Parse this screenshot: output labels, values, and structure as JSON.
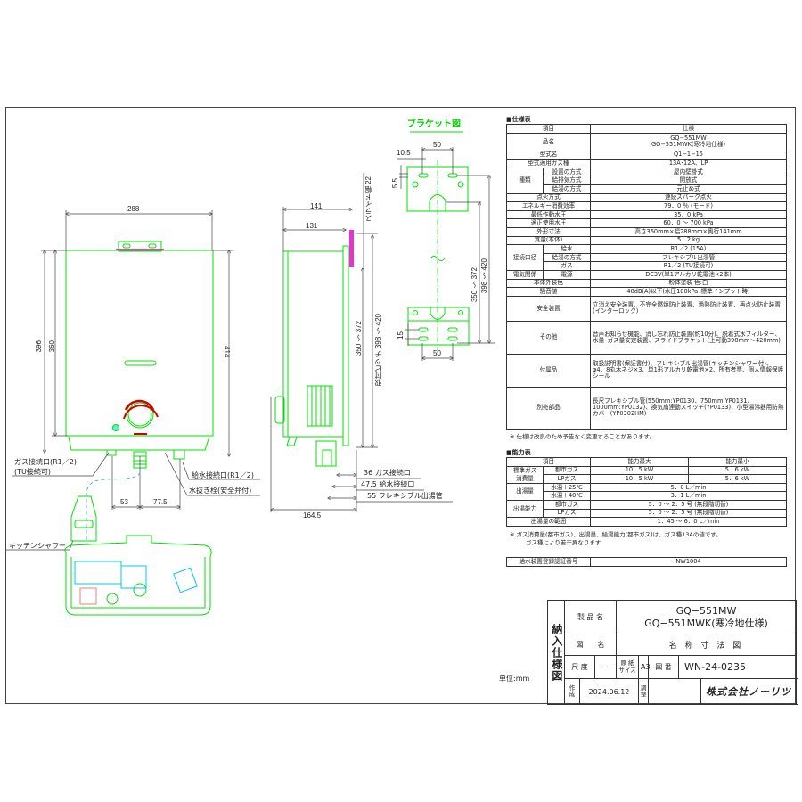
{
  "drawing": {
    "bracket_title": "ブラケット図",
    "unit_label": "単位:mm",
    "front_view": {
      "dims": {
        "width": "288",
        "height_396": "396",
        "height_360": "360",
        "height_414": "414",
        "pipe_53": "53",
        "pipe_77_5": "77.5"
      },
      "callouts": {
        "gas_inlet_1": "ガス接続口(R1／2)",
        "gas_inlet_2": "(TU接続可)",
        "water_inlet": "給水接続口(R1／2)",
        "drain": "水抜き栓(安全弁付)",
        "kitchen_shower": "キッチンシャワー"
      }
    },
    "side_view": {
      "dims": {
        "d141": "141",
        "d131": "131",
        "slide": "スライド幅 22",
        "range_350": "350 ～ 372",
        "pitch": "取付ピッチ 398 ～ 420",
        "d164_5": "164.5"
      },
      "callouts": {
        "gas": "36  ガス接続口",
        "water": "47.5  給水接続口",
        "flex": "55  フレキシブル出湯管"
      }
    },
    "bracket_view": {
      "dims": {
        "d50_top": "50",
        "d10_5": "10.5",
        "d5_5": "5.5",
        "d50_bottom": "50",
        "d15": "15",
        "range_350": "350 ～ 372",
        "range_398": "398 ～ 420"
      }
    }
  },
  "spec_table": {
    "title": "■仕様表",
    "header": {
      "item": "項目",
      "spec": "仕様"
    },
    "rows": [
      {
        "label": "品名",
        "value": "GQ−551MW\nGQ−551MWK(寒冷地仕様)"
      },
      {
        "label": "型式名",
        "value": "Q1−1−15"
      },
      {
        "label": "型式適用ガス種",
        "value": "13A･12A、LP"
      },
      {
        "group": "種類",
        "sub": "設置の方式",
        "value": "屋内壁掛式"
      },
      {
        "group": "種類",
        "sub": "給排気方式",
        "value": "開放式"
      },
      {
        "group": "種類",
        "sub": "給湯の方式",
        "value": "元止め式"
      },
      {
        "label": "点火方式",
        "value": "連続スパーク点火"
      },
      {
        "label": "エネルギー消費効率",
        "value": "79．0 ％ (モード)"
      },
      {
        "label": "最低作動水圧",
        "value": "35．0 kPa"
      },
      {
        "label": "適正使用水圧",
        "value": "60．0  〜  700 kPa"
      },
      {
        "label": "外形寸法",
        "value": "高さ360mm×幅288mm×奥行141mm"
      },
      {
        "label": "質量(本体)",
        "value": "5．2 kg"
      },
      {
        "group": "接続口径",
        "sub": "給水",
        "value": "R1／2 (15A)"
      },
      {
        "group": "接続口径",
        "sub": "給湯の方式",
        "value": "フレキシブル出湯管"
      },
      {
        "group": "接続口径",
        "sub": "ガス",
        "value": "R1／2 (TU接続可)"
      },
      {
        "group": "電気関係",
        "sub": "電源",
        "value": "DC3V(単1アルカリ乾電池×2本)"
      },
      {
        "label": "本体外装色",
        "value": "粉体塗装 色:白"
      },
      {
        "label": "騒音値",
        "value": "48dB(A)以下(水圧100kPa･標準インプット時)"
      },
      {
        "label": "安全装置",
        "value": "立消え安全装置、不完全燃焼防止装置、過熱防止装置、再点火防止装置(インターロック)"
      },
      {
        "label": "その他",
        "value": "音声お知らせ機能、消し忘れ防止装置(約10分)、脱着式水フィルター、水量･ガス量安定装置、スライドブラケット(上可動398mm〜420mm)"
      },
      {
        "label": "付属品",
        "value": "取扱説明書(保証書付)、フレキシブル出湯管(キッチンシャワー付)、φ4．8丸木ネジ×3、単1形アルカリ乾電池×2、所有者票、個人情報保護シール"
      },
      {
        "label": "別売部品",
        "value": "長尺フレキシブル管(550mm:YP0130、750mm:YP0131、1000mm:YP0132)、換気扇連動スイッチ(YP0133)、小型湯沸器用防熱カバー(YP0302HM)"
      }
    ],
    "note": "※  仕様は改良のため予告なく変更することがあります。"
  },
  "capacity_table": {
    "title": "■能力表",
    "header": {
      "item": "項目",
      "max": "能力最大",
      "min": "能力最小"
    },
    "consumption_label_1": "標準ガス",
    "consumption_label_2": "消費量",
    "rows": [
      {
        "sub": "都市ガス",
        "max": "10．5 kW",
        "min": "5．6 kW"
      },
      {
        "sub": "LPガス",
        "max": "10．5 kW",
        "min": "5．6 kW"
      }
    ],
    "flow_label": "出湯量",
    "flow_rows": [
      {
        "sub": "水温＋25℃",
        "value": "5．0  L／min"
      },
      {
        "sub": "水温＋40℃",
        "value": "3．1  L／min"
      }
    ],
    "capacity_label": "出湯能力",
    "capacity_rows": [
      {
        "sub": "都市ガス",
        "value": "5．0  〜  2．5  号  (無段階切替)"
      },
      {
        "sub": "LPガス",
        "value": "5．0  〜  2．5  号  (無段階切替)"
      }
    ],
    "range_label": "出湯量の範囲",
    "range_value": "1．45  〜  6．0 L／min",
    "note_1": "※  ガス消費量(都市ガス)、出湯量、給湯能力(都市ガス)は、ガス種13Aの値です。",
    "note_2": "ガス種により若干異なります"
  },
  "certification": {
    "label": "給水装置登録認証番号",
    "value": "NW1004"
  },
  "title_block": {
    "vertical_label": "納入仕様図",
    "product_name_label": "製 品 名",
    "product_name_1": "GQ−551MW",
    "product_name_2": "GQ−551MWK(寒冷地仕様)",
    "drawing_name_label": "図　　名",
    "drawing_name": "名 称 寸 法 図",
    "scale_label": "尺 度",
    "scale_value": "−",
    "paper_size_label": "原 紙 サイズ",
    "paper_size_value": "A3",
    "drawing_no_label": "図 番",
    "drawing_no": "WN-24-0235",
    "created_label": "作 成",
    "created_date": "2024.06.12",
    "adjusted_label": "調 整",
    "company": "株式会社ノーリツ"
  },
  "colors": {
    "outline": "#00e000",
    "dim_line": "#444444",
    "accent_red": "#d40000",
    "magenta": "#e000c0",
    "cyan": "#00c8e8",
    "salmon": "#f08070"
  }
}
